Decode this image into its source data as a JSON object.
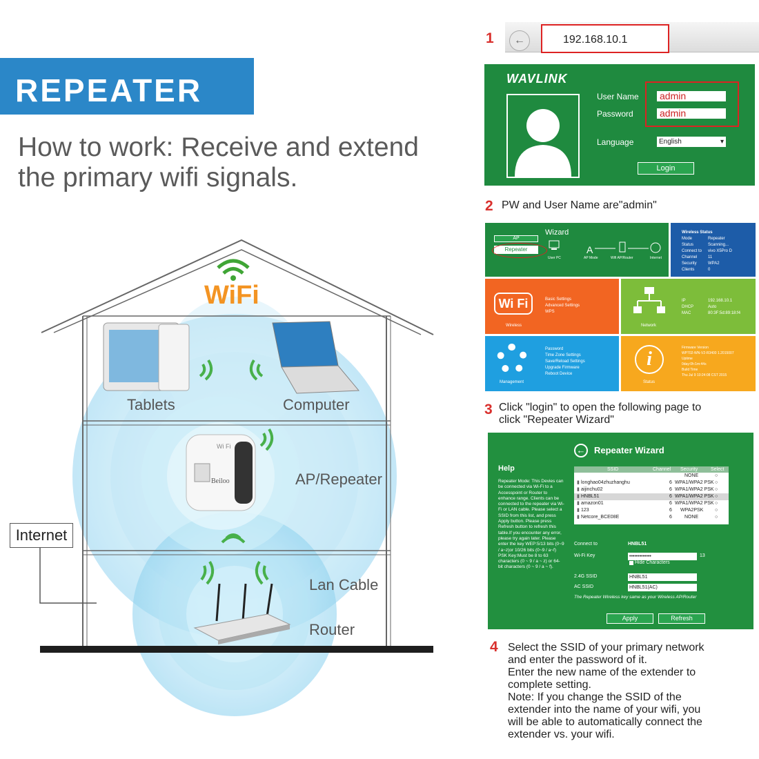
{
  "banner": {
    "title": "REPEATER"
  },
  "intro": {
    "line1": "How to work: Receive and extend",
    "line2": "the primary wifi signals."
  },
  "diagram": {
    "wifi_logo": "WiFi",
    "tablets": "Tablets",
    "computer": "Computer",
    "ap_repeater": "AP/Repeater",
    "internet": "Internet",
    "lan_cable": "Lan Cable",
    "router": "Router",
    "device_brand": "Beiloo",
    "device_wifi": "Wi Fi"
  },
  "step1": {
    "num": "1",
    "url": "192.168.10.1"
  },
  "login": {
    "brand": "WAVLINK",
    "username_label": "User Name",
    "username_value": "admin",
    "password_label": "Password",
    "password_value": "admin",
    "language_label": "Language",
    "language_value": "English",
    "login_button": "Login"
  },
  "step2": {
    "num": "2",
    "text": "PW and User Name are\"admin\""
  },
  "dashboard": {
    "wizard_title": "Wizard",
    "ap": "AP",
    "repeater": "Repeater",
    "user_pc": "User PC",
    "ap_mode": "AP Mode",
    "wifi_ap_router": "Wifi AP/Router",
    "internet": "Internet",
    "status_title": "Wireless Status",
    "status_rows": [
      {
        "k": "Mode",
        "v": "Repeater"
      },
      {
        "k": "Status",
        "v": "Scanning..."
      },
      {
        "k": "Connect to",
        "v": "vivo X5Pro D"
      },
      {
        "k": "Channel",
        "v": "11"
      },
      {
        "k": "Security",
        "v": "WPA2"
      },
      {
        "k": "Clients",
        "v": "0"
      }
    ],
    "wireless_items": [
      "Basic Settings",
      "Advanced Settings",
      "WPS"
    ],
    "wireless_label": "Wireless",
    "network_rows": [
      {
        "k": "IP",
        "v": "192.168.10.1"
      },
      {
        "k": "DHCP",
        "v": "Auto"
      },
      {
        "k": "MAC",
        "v": "80:3F:5d:89:18:f4"
      }
    ],
    "network_label": "Network",
    "management_items": [
      "Password",
      "Time Zone Settings",
      "Save/Reload Settings",
      "Upgrade Firmware",
      "Reboot Device"
    ],
    "management_label": "Management",
    "status_items": [
      "Firmware Version",
      "WP702-WN-V2-R3400 1.2015007",
      "Uptime",
      "0day:0h:1m:44s",
      "Build Time",
      "Thu Jul 9 10:24:08 CST 2015"
    ],
    "status_label": "Status"
  },
  "step3": {
    "num": "3",
    "line1": "Click \"login\" to open the following page to",
    "line2": "click \"Repeater Wizard\""
  },
  "wizard": {
    "title": "Repeater Wizard",
    "help_title": "Help",
    "help_text": "Repeater Mode: This Devies can be connected via Wi-Fi to a Accesspoint or Router to enhance range. Clients can be connected to the repeater via Wi-Fi or LAN cable. Please select a SSID from this list, and press Apply button. Please press Refresh button to refresh this table.If you encounter any error, please try again later. Please enter the key WEP:5/13 bits (0~9 / a~z)or 10/26 bits (0~9 / a~f) PSK Key:Must be 8 to 63 characters (0 ~ 9 / a ~ z) or 64-bit characters (0 ~ 9 / a ~ f).",
    "col_ssid": "SSID",
    "col_channel": "Channel",
    "col_security": "Security",
    "col_select": "Select",
    "rows": [
      {
        "ssid": "",
        "channel": "",
        "security": "NONE"
      },
      {
        "ssid": "longhao04zhuzhanghu",
        "channel": "6",
        "security": "WPA1/WPA2 PSK"
      },
      {
        "ssid": "aijinchu02",
        "channel": "6",
        "security": "WPA1/WPA2 PSK"
      },
      {
        "ssid": "HNBL51",
        "channel": "6",
        "security": "WPA1/WPA2 PSK"
      },
      {
        "ssid": "amazon01",
        "channel": "6",
        "security": "WPA1/WPA2 PSK"
      },
      {
        "ssid": "123",
        "channel": "6",
        "security": "WPA2PSK"
      },
      {
        "ssid": "Netcore_BCE08E",
        "channel": "6",
        "security": "NONE"
      }
    ],
    "connect_to_label": "Connect to",
    "connect_to_value": "HNBL51",
    "wifi_key_label": "Wi-Fi Key",
    "wifi_key_value": "•••••••••••••",
    "wifi_key_count": "13",
    "hide_chars": "Hide Characters",
    "ssid24_label": "2.4G SSID",
    "ssid24_value": "HNBL51",
    "ac_ssid_label": "AC SSID",
    "ac_ssid_value": "HNBL51(AC)",
    "note": "The Repeater Wireless key same as your Wireless AP/Router",
    "apply": "Apply",
    "refresh": "Refresh"
  },
  "step4": {
    "num": "4",
    "lines": [
      "Select the SSID of your primary network",
      "and enter the password of it.",
      "Enter the new name of the extender to",
      "complete setting.",
      "Note: If you change the SSID of the",
      "extender into the name of your wifi, you",
      "will be able to automatically connect the",
      "extender vs. your wifi."
    ]
  },
  "colors": {
    "banner_blue": "#2b87c8",
    "panel_green": "#1f8a3f",
    "tile_blue": "#1f9fe0",
    "tile_orange": "#f26522",
    "tile_lightgreen": "#7dbd3a",
    "tile_yellow": "#f7a81e",
    "step_red": "#d9302d"
  }
}
